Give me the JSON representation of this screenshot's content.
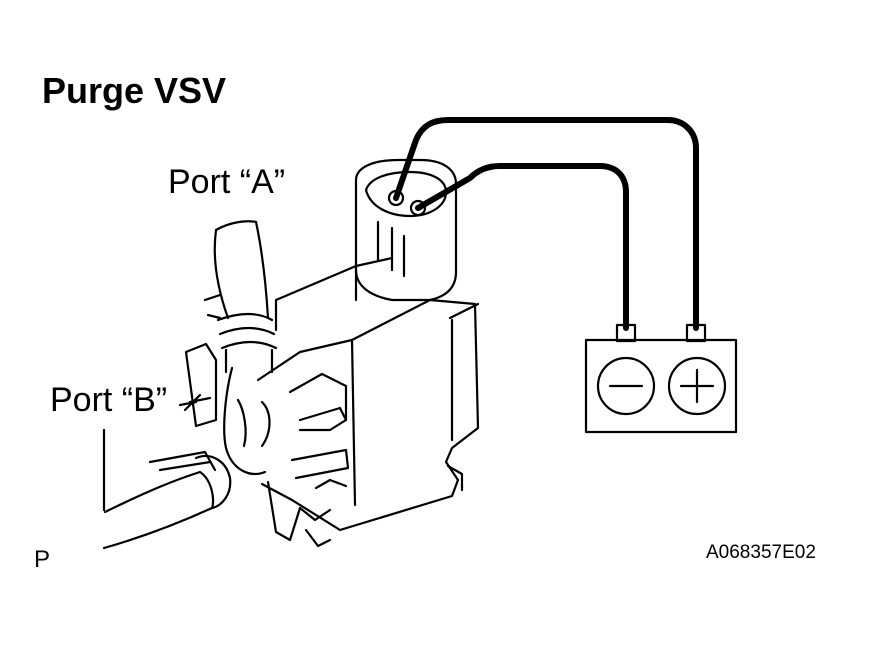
{
  "title": "Purge VSV",
  "labels": {
    "port_a": "Port “A”",
    "port_b": "Port “B”"
  },
  "corner_code": "P",
  "figure_id": "A068357E02",
  "battery": {
    "negative_symbol": "−",
    "positive_symbol": "+"
  },
  "colors": {
    "line": "#000000",
    "background": "#ffffff"
  }
}
